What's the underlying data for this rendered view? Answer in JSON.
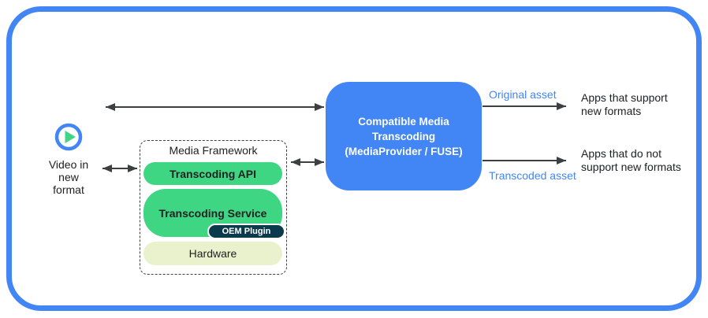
{
  "palette": {
    "accent_blue": "#4285F4",
    "android_green": "#3FD683",
    "oem_navy": "#0C3A4D",
    "hardware_yellow_green": "#EAF2CD",
    "arrow_gray": "#3D4043",
    "text_black": "#202124",
    "asset_label_blue": "#4285F4"
  },
  "source": {
    "icon": "play-circle-icon",
    "label": "Video in\nnew\nformat"
  },
  "framework": {
    "title": "Media Framework",
    "api_label": "Transcoding API",
    "service_label": "Transcoding Service",
    "oem_label": "OEM Plugin",
    "hardware_label": "Hardware"
  },
  "transcoder": {
    "label": "Compatible Media\nTranscoding\n(MediaProvider / FUSE)"
  },
  "outputs": {
    "original": {
      "label": "Original asset",
      "target": "Apps that support\nnew formats"
    },
    "transcoded": {
      "label": "Transcoded asset",
      "target": "Apps that do not\nsupport new formats"
    }
  }
}
